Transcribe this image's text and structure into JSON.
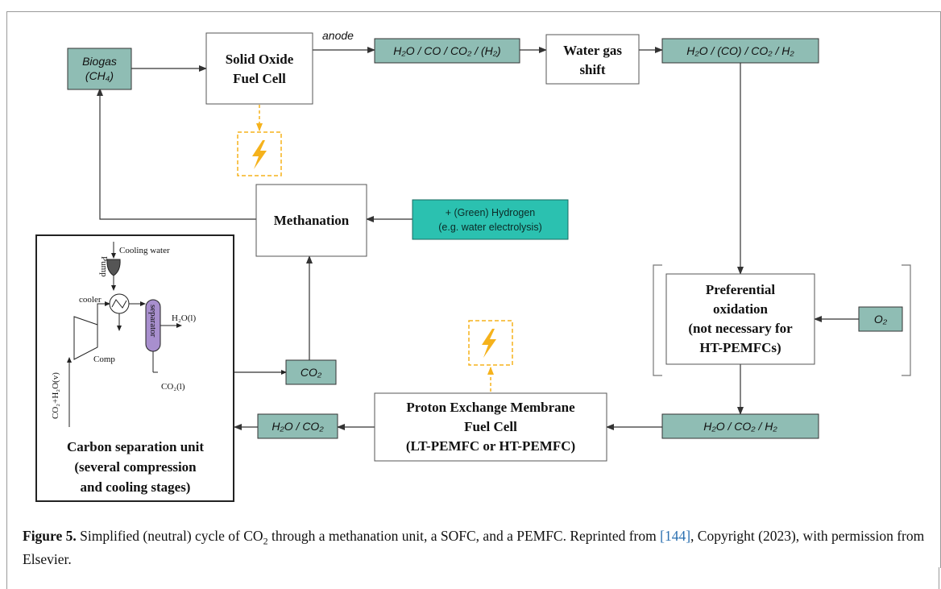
{
  "diagram": {
    "streams": {
      "biogas": {
        "line1": "Biogas",
        "line2": "(CH₄)"
      },
      "anode_out": "H₂O / CO / CO₂ / (H₂)",
      "wgs_out": "H₂O / (CO) / CO₂ / H₂",
      "prox_out": "H₂O / CO₂ / H₂",
      "o2": "O₂",
      "co2": "CO₂",
      "pem_out": "H₂O / CO₂"
    },
    "labels": {
      "anode": "anode"
    },
    "processes": {
      "sofc": {
        "line1": "Solid Oxide",
        "line2": "Fuel Cell"
      },
      "wgs": {
        "line1": "Water gas",
        "line2": "shift"
      },
      "methanation": "Methanation",
      "prox": {
        "line1": "Preferential",
        "line2": "oxidation",
        "line3": "(not necessary for",
        "line4": "HT-PEMFCs)"
      },
      "pemfc": {
        "line1": "Proton Exchange Membrane",
        "line2": "Fuel Cell",
        "line3": "(LT-PEMFC or HT-PEMFC)"
      }
    },
    "hydrogen": {
      "line1": "+ (Green) Hydrogen",
      "line2": "(e.g. water electrolysis)"
    },
    "carbon_unit": {
      "cooling_water": "Cooling water",
      "pump": "Pump",
      "cooler": "cooler",
      "separator": "separator",
      "h2o_l": "H₂O(l)",
      "comp": "Comp",
      "co2_l": "CO₂(l)",
      "co2_h2o_v": "CO₂+H₂O(v)",
      "title1": "Carbon separation unit",
      "title2": "(several compression",
      "title3": "and cooling stages)"
    },
    "colors": {
      "stream_fill": "#8fbdb4",
      "hydrogen_fill": "#2bc1b0",
      "energy": "#f5b21c",
      "separator_fill": "#a88fce"
    }
  },
  "caption": {
    "label": "Figure 5.",
    "text_a": " Simplified (neutral) cycle of CO",
    "sub": "2",
    "text_b": " through a methanation unit, a SOFC, and a PEMFC. Reprinted from ",
    "ref": "[144]",
    "text_c": ", Copyright (2023), with permission from Elsevier."
  }
}
